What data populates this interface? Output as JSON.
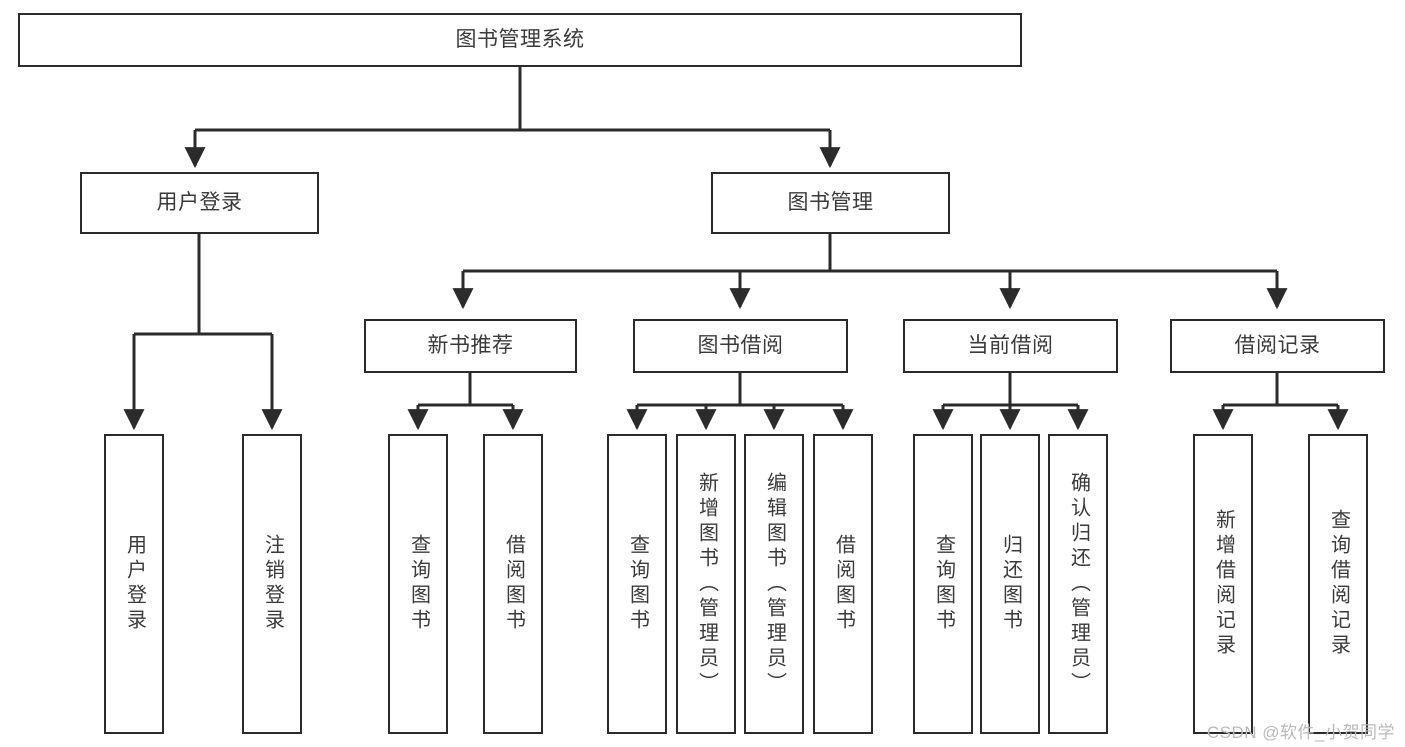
{
  "diagram": {
    "title": "图书管理系统",
    "type": "tree-hierarchy-diagram",
    "style": {
      "box_border_color": "#2b2b2b",
      "box_fill_color": "#ffffff",
      "connector_color": "#2b2b2b",
      "text_color": "#3a3a3a",
      "background_color": "#ffffff"
    },
    "nodes": {
      "root": {
        "label": "图书管理系统",
        "level": 1,
        "orientation": "horizontal"
      },
      "l2_user_login": {
        "label": "用户登录",
        "level": 2,
        "orientation": "horizontal"
      },
      "l2_book_manage": {
        "label": "图书管理",
        "level": 2,
        "orientation": "horizontal"
      },
      "l3_new_book_rec": {
        "label": "新书推荐",
        "level": 3,
        "orientation": "horizontal"
      },
      "l3_book_borrow": {
        "label": "图书借阅",
        "level": 3,
        "orientation": "horizontal"
      },
      "l3_current_borrow": {
        "label": "当前借阅",
        "level": 3,
        "orientation": "horizontal"
      },
      "l3_borrow_record": {
        "label": "借阅记录",
        "level": 3,
        "orientation": "horizontal"
      },
      "leaf_user_login": {
        "label": "用户登录",
        "level": 4,
        "orientation": "vertical"
      },
      "leaf_logout": {
        "label": "注销登录",
        "level": 4,
        "orientation": "vertical"
      },
      "leaf_query_book_a": {
        "label": "查询图书",
        "level": 4,
        "orientation": "vertical"
      },
      "leaf_borrow_book_a": {
        "label": "借阅图书",
        "level": 4,
        "orientation": "vertical"
      },
      "leaf_query_book_b": {
        "label": "查询图书",
        "level": 4,
        "orientation": "vertical"
      },
      "leaf_add_book": {
        "label": "新增图书（管理员）",
        "level": 4,
        "orientation": "vertical"
      },
      "leaf_edit_book": {
        "label": "编辑图书（管理员）",
        "level": 4,
        "orientation": "vertical"
      },
      "leaf_borrow_book_b": {
        "label": "借阅图书",
        "level": 4,
        "orientation": "vertical"
      },
      "leaf_query_book_c": {
        "label": "查询图书",
        "level": 4,
        "orientation": "vertical"
      },
      "leaf_return_book": {
        "label": "归还图书",
        "level": 4,
        "orientation": "vertical"
      },
      "leaf_confirm_return": {
        "label": "确认归还（管理员）",
        "level": 4,
        "orientation": "vertical"
      },
      "leaf_add_record": {
        "label": "新增借阅记录",
        "level": 4,
        "orientation": "vertical"
      },
      "leaf_query_record": {
        "label": "查询借阅记录",
        "level": 4,
        "orientation": "vertical"
      }
    },
    "edges": [
      {
        "from": "root",
        "to": "l2_user_login"
      },
      {
        "from": "root",
        "to": "l2_book_manage"
      },
      {
        "from": "l2_book_manage",
        "to": "l3_new_book_rec"
      },
      {
        "from": "l2_book_manage",
        "to": "l3_book_borrow"
      },
      {
        "from": "l2_book_manage",
        "to": "l3_current_borrow"
      },
      {
        "from": "l2_book_manage",
        "to": "l3_borrow_record"
      },
      {
        "from": "l2_user_login",
        "to": "leaf_user_login"
      },
      {
        "from": "l2_user_login",
        "to": "leaf_logout"
      },
      {
        "from": "l3_new_book_rec",
        "to": "leaf_query_book_a"
      },
      {
        "from": "l3_new_book_rec",
        "to": "leaf_borrow_book_a"
      },
      {
        "from": "l3_book_borrow",
        "to": "leaf_query_book_b"
      },
      {
        "from": "l3_book_borrow",
        "to": "leaf_add_book"
      },
      {
        "from": "l3_book_borrow",
        "to": "leaf_edit_book"
      },
      {
        "from": "l3_book_borrow",
        "to": "leaf_borrow_book_b"
      },
      {
        "from": "l3_current_borrow",
        "to": "leaf_query_book_c"
      },
      {
        "from": "l3_current_borrow",
        "to": "leaf_return_book"
      },
      {
        "from": "l3_current_borrow",
        "to": "leaf_confirm_return"
      },
      {
        "from": "l3_borrow_record",
        "to": "leaf_add_record"
      },
      {
        "from": "l3_borrow_record",
        "to": "leaf_query_record"
      }
    ]
  },
  "watermark": {
    "text": "CSDN @软件_小贺同学"
  }
}
